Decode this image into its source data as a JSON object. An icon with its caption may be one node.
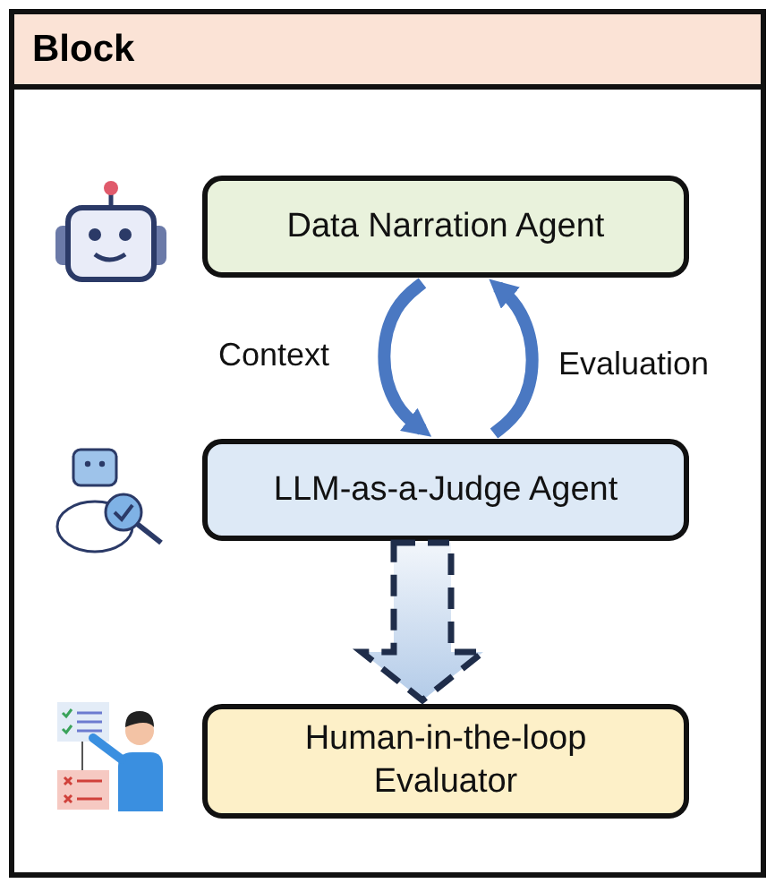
{
  "diagram": {
    "nodes": [
      {
        "text": [
          "Block"
        ]
      },
      {
        "text": [
          "Data Narration Agent"
        ],
        "in": 0
      },
      {
        "text": [
          "LLM-as-a-Judge Agent"
        ],
        "in": 0
      },
      {
        "text": [
          "Human-in-the-loop Evaluator"
        ],
        "in": 0
      }
    ],
    "edges": [
      {
        "from": 1,
        "to": 2,
        "arrow": "to",
        "label": "Context"
      },
      {
        "from": 2,
        "to": 1,
        "arrow": "to",
        "label": "Evaluation"
      },
      {
        "from": 2,
        "to": 3,
        "arrow": "to",
        "style": "dashed"
      }
    ]
  }
}
